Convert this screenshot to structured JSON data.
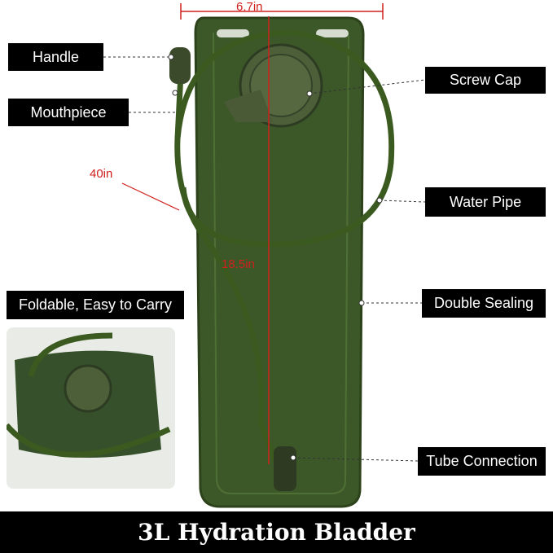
{
  "labels": {
    "handle": "Handle",
    "mouthpiece": "Mouthpiece",
    "screw_cap": "Screw Cap",
    "water_pipe": "Water Pipe",
    "foldable": "Foldable, Easy to Carry",
    "double_sealing": "Double Sealing",
    "tube_connection": "Tube Connection"
  },
  "dimensions": {
    "width": "6.7in",
    "tube_length": "40in",
    "height": "18.5in"
  },
  "banner": "3L Hydration Bladder",
  "colors": {
    "bladder": "#3f5a2a",
    "accent": "#d0201c"
  }
}
